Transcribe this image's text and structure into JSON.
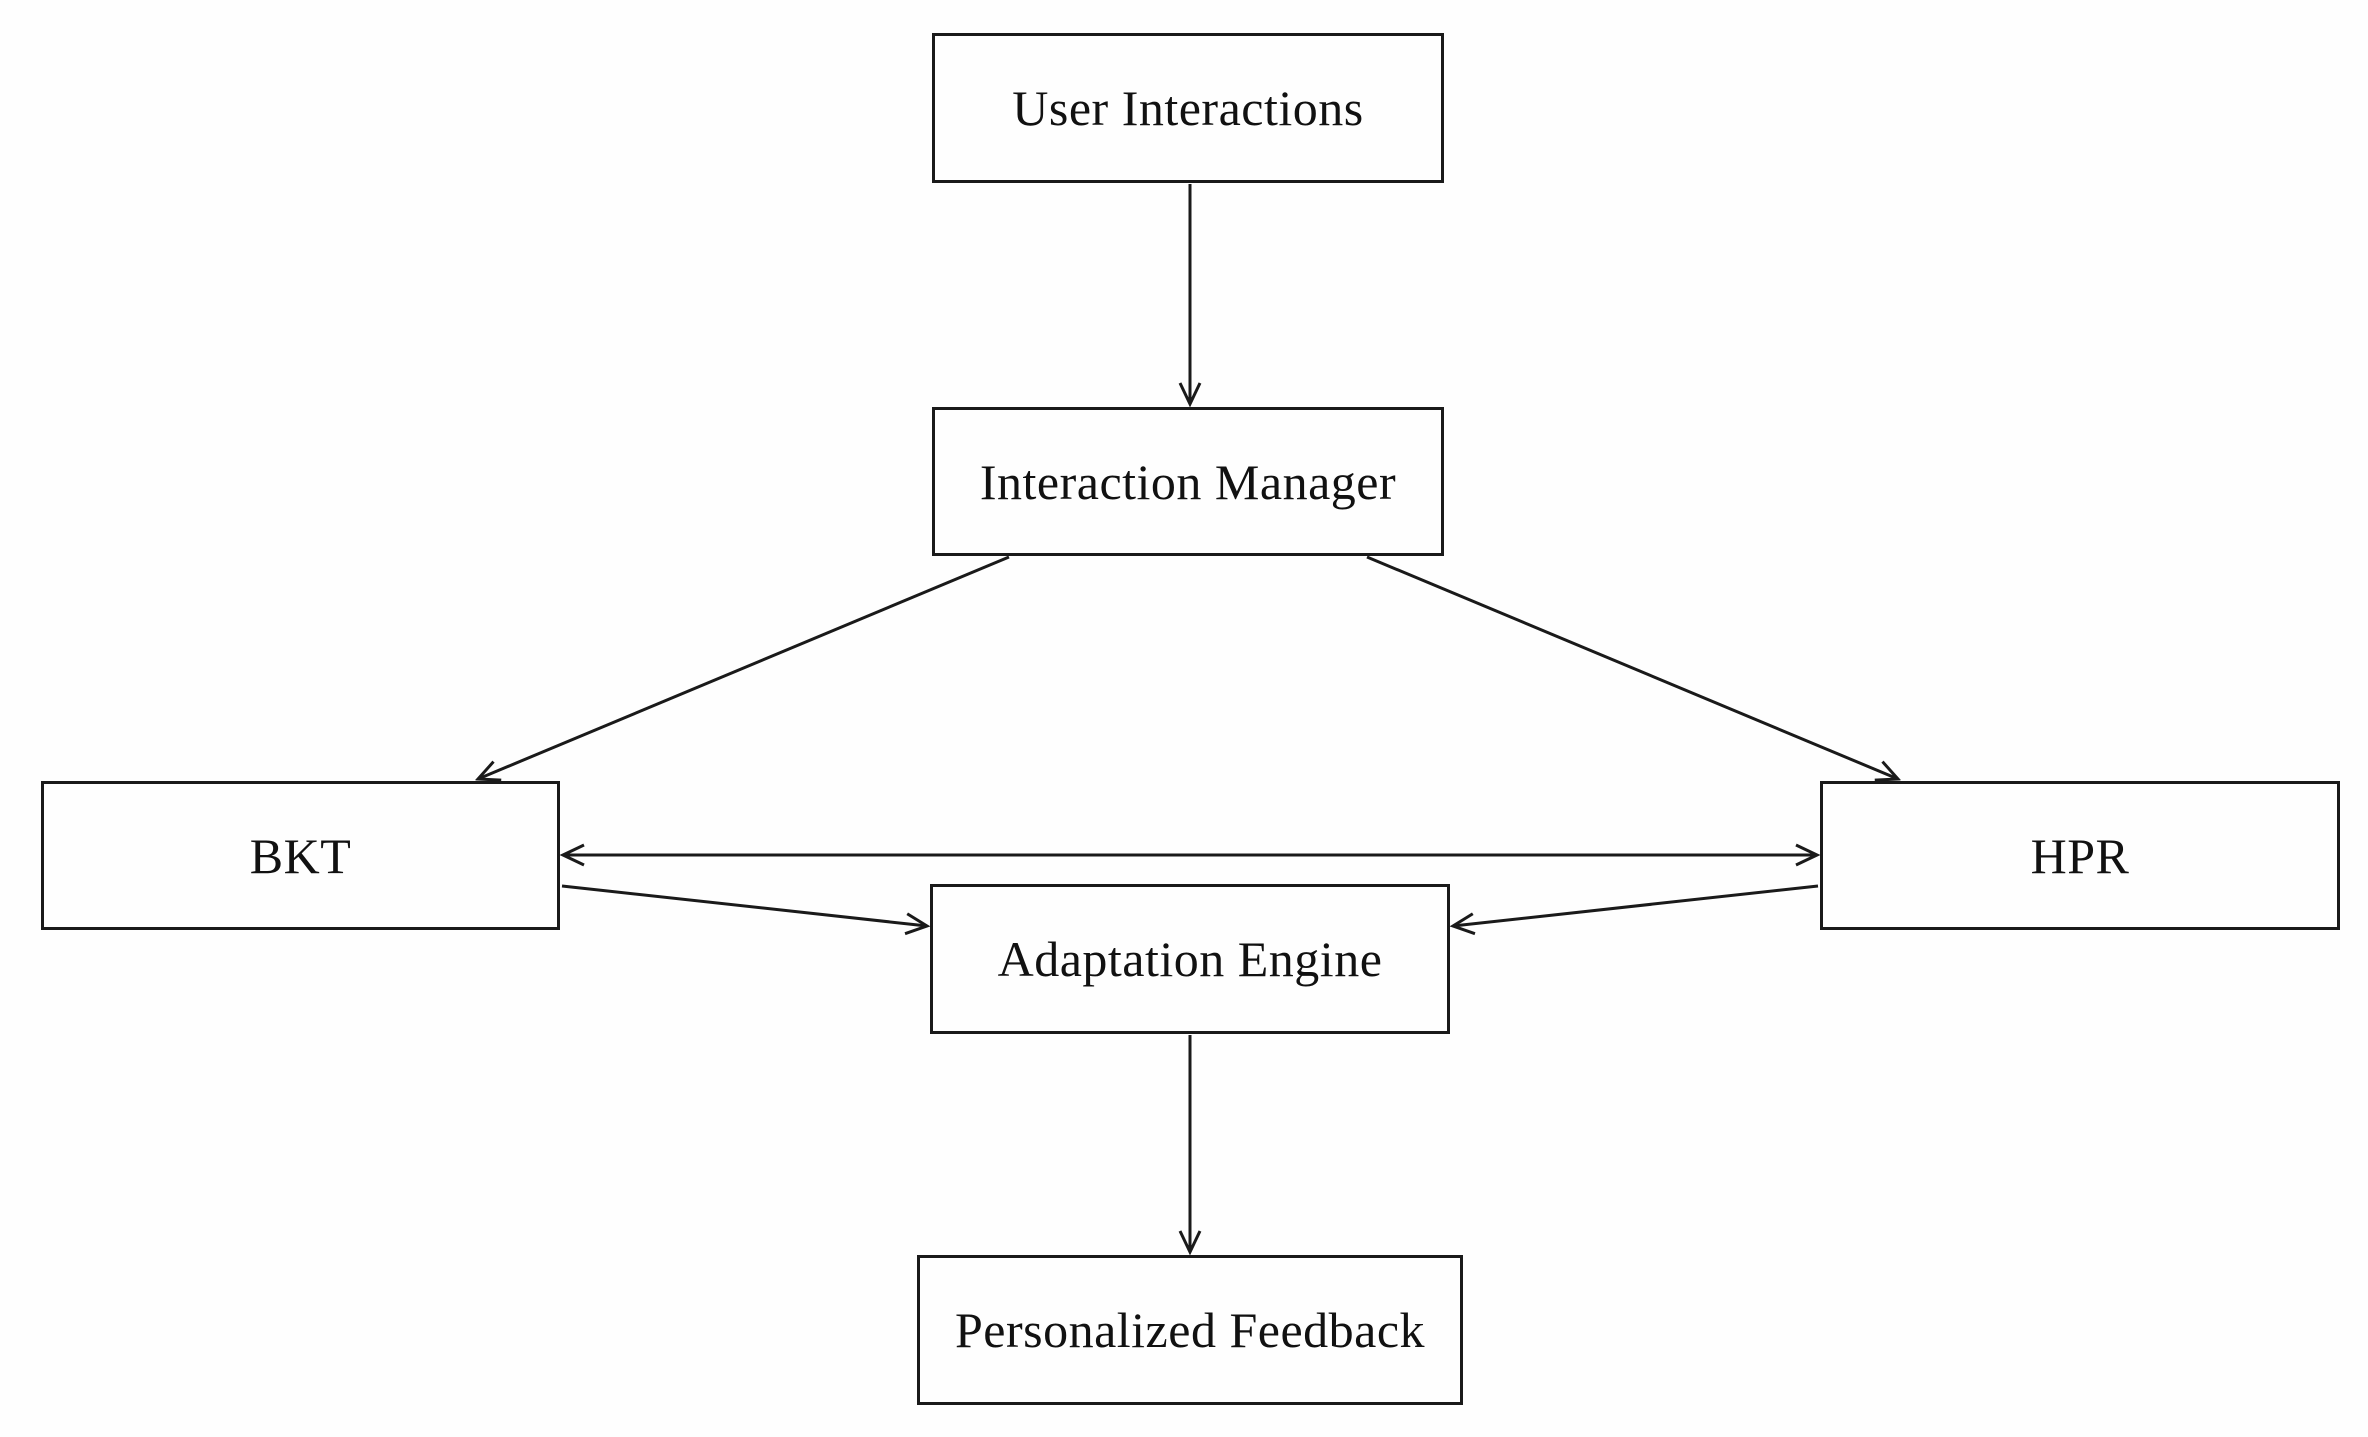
{
  "diagram": {
    "type": "flowchart",
    "background_color": "#fefefe",
    "stroke_color": "#1a1a1a",
    "nodes": {
      "user_interactions": {
        "label": "User Interactions"
      },
      "interaction_manager": {
        "label": "Interaction Manager"
      },
      "bkt": {
        "label": "BKT"
      },
      "hpr": {
        "label": "HPR"
      },
      "adaptation_engine": {
        "label": "Adaptation Engine"
      },
      "personalized_feedback": {
        "label": "Personalized Feedback"
      }
    },
    "edges": [
      {
        "from": "User Interactions",
        "to": "Interaction Manager",
        "direction": "one-way"
      },
      {
        "from": "Interaction Manager",
        "to": "BKT",
        "direction": "one-way"
      },
      {
        "from": "Interaction Manager",
        "to": "HPR",
        "direction": "one-way"
      },
      {
        "from": "BKT",
        "to": "HPR",
        "direction": "two-way"
      },
      {
        "from": "BKT",
        "to": "Adaptation Engine",
        "direction": "one-way"
      },
      {
        "from": "HPR",
        "to": "Adaptation Engine",
        "direction": "one-way"
      },
      {
        "from": "Adaptation Engine",
        "to": "Personalized Feedback",
        "direction": "one-way"
      }
    ]
  }
}
